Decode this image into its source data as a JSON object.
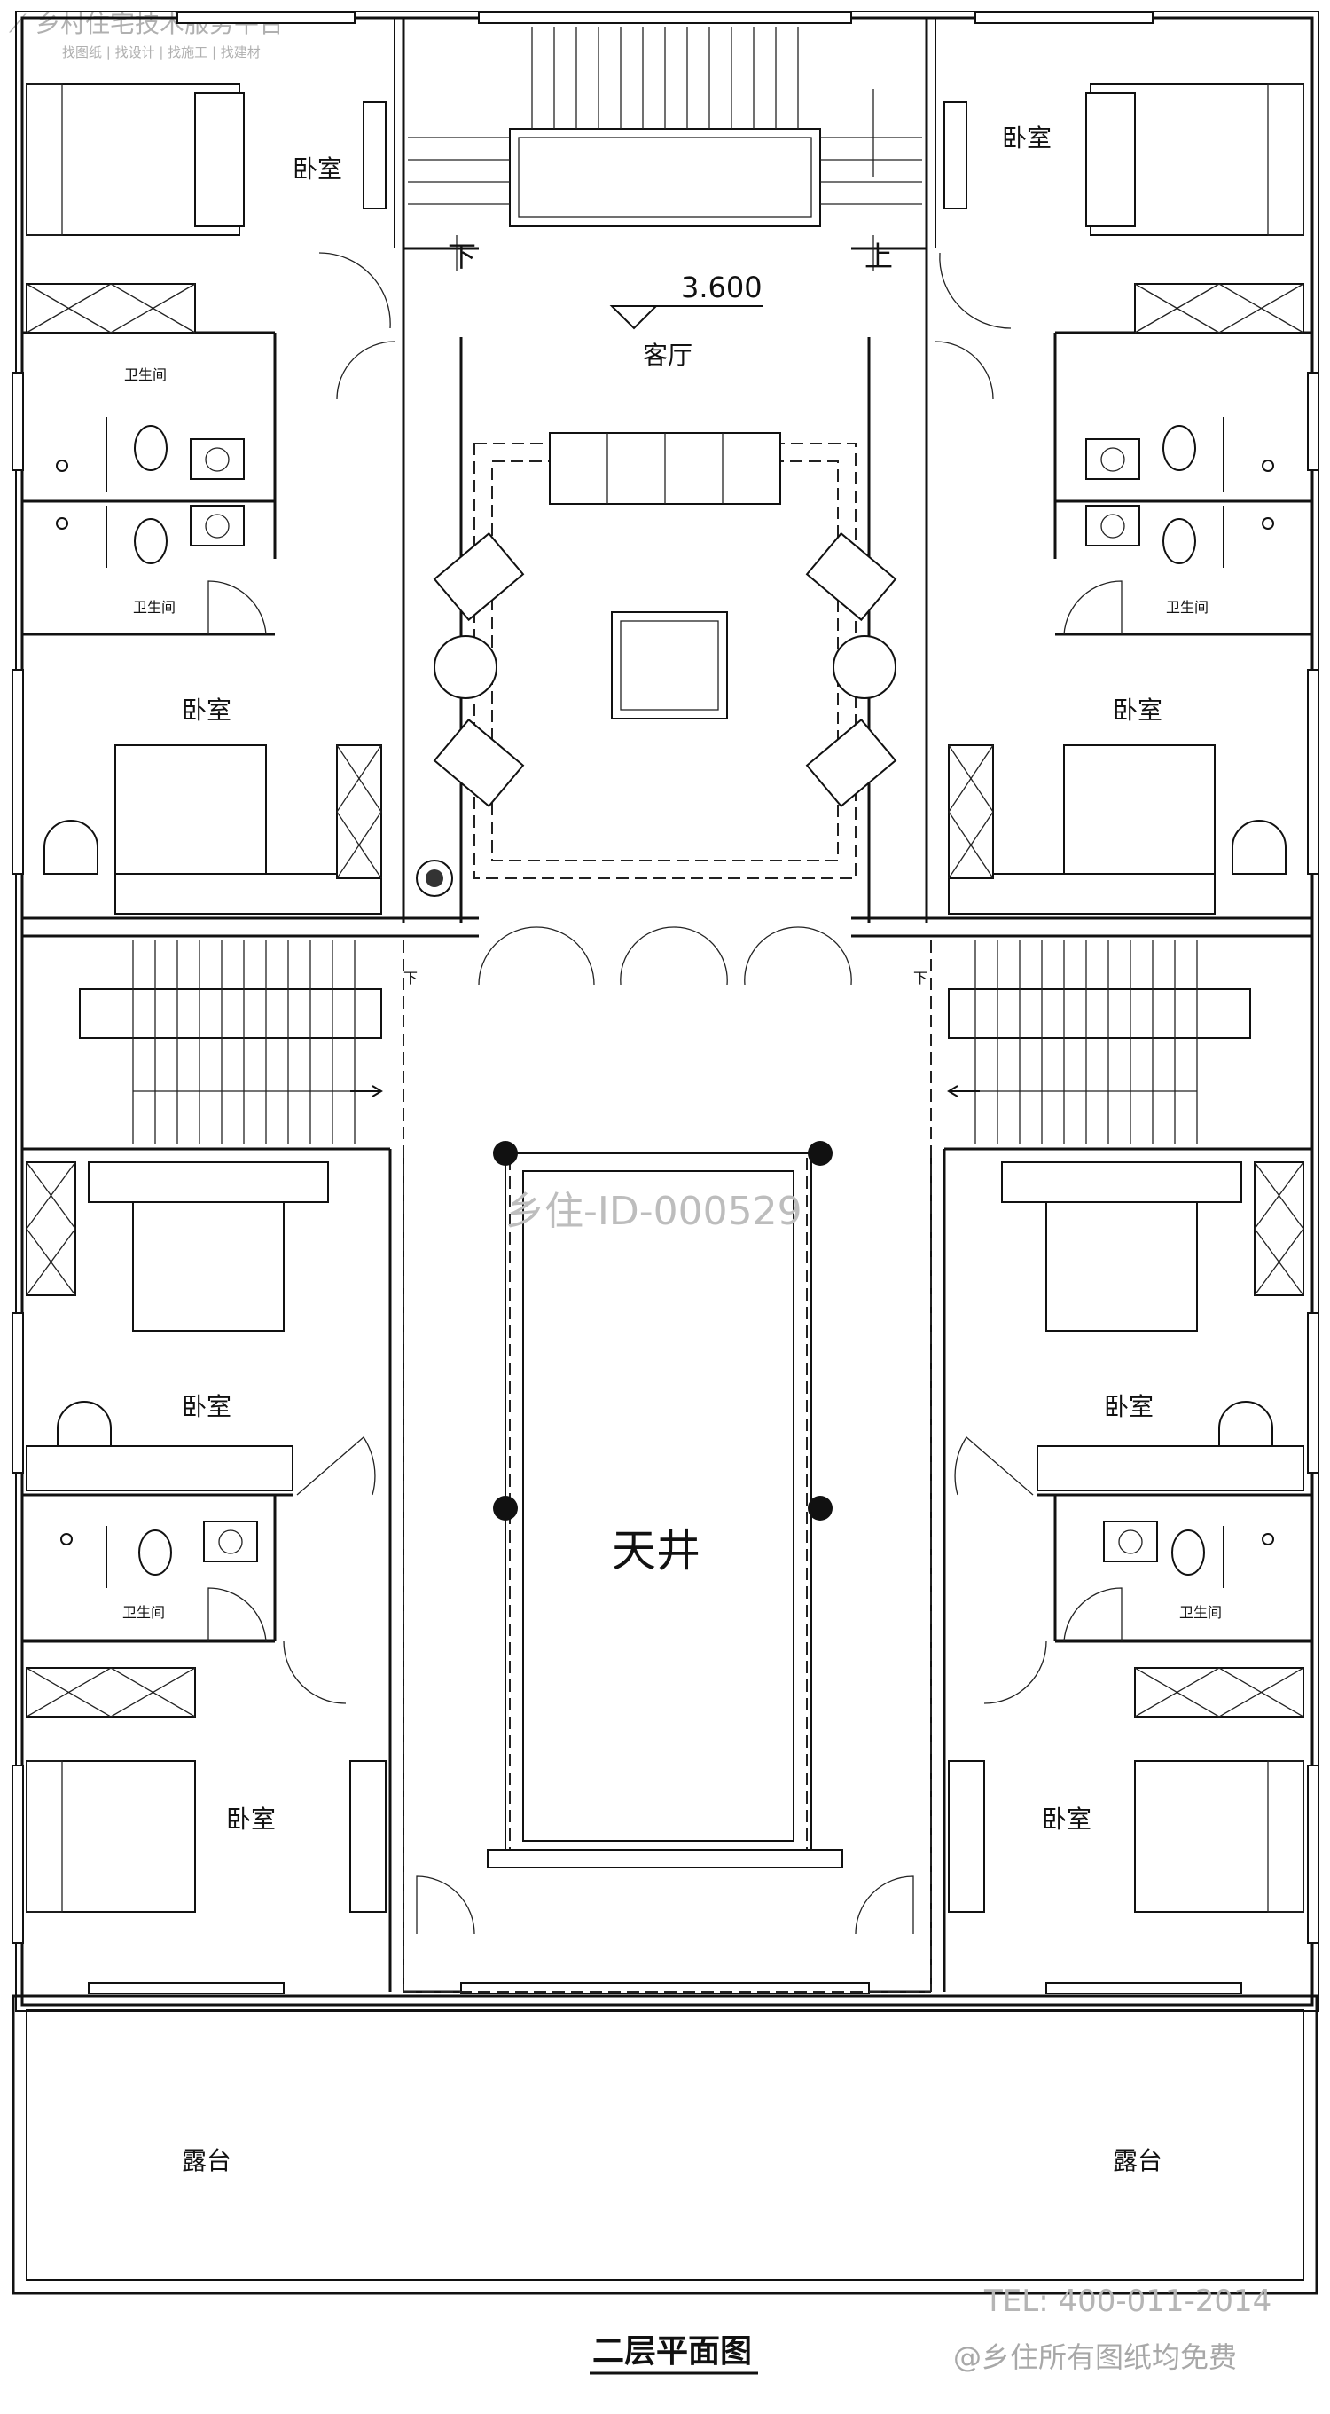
{
  "brand": {
    "name": "乡村住宅技术服务平台",
    "tagline": "找图纸 | 找设计 | 找施工 | 找建材"
  },
  "watermark_id": "乡住-ID-000529",
  "level_mark": "3.600",
  "stair_labels": {
    "down": "下",
    "up": "上"
  },
  "rooms": {
    "living": "客厅",
    "courtyard": "天井",
    "bedroom": "卧室",
    "bathroom": "卫生间",
    "terrace": "露台"
  },
  "footer": {
    "tel": "TEL: 400-011-2014",
    "notice": "@乡住所有图纸均免费"
  },
  "plan_title": "二层平面图",
  "colors": {
    "line": "#111111",
    "watermark": "#bdbdbd"
  }
}
